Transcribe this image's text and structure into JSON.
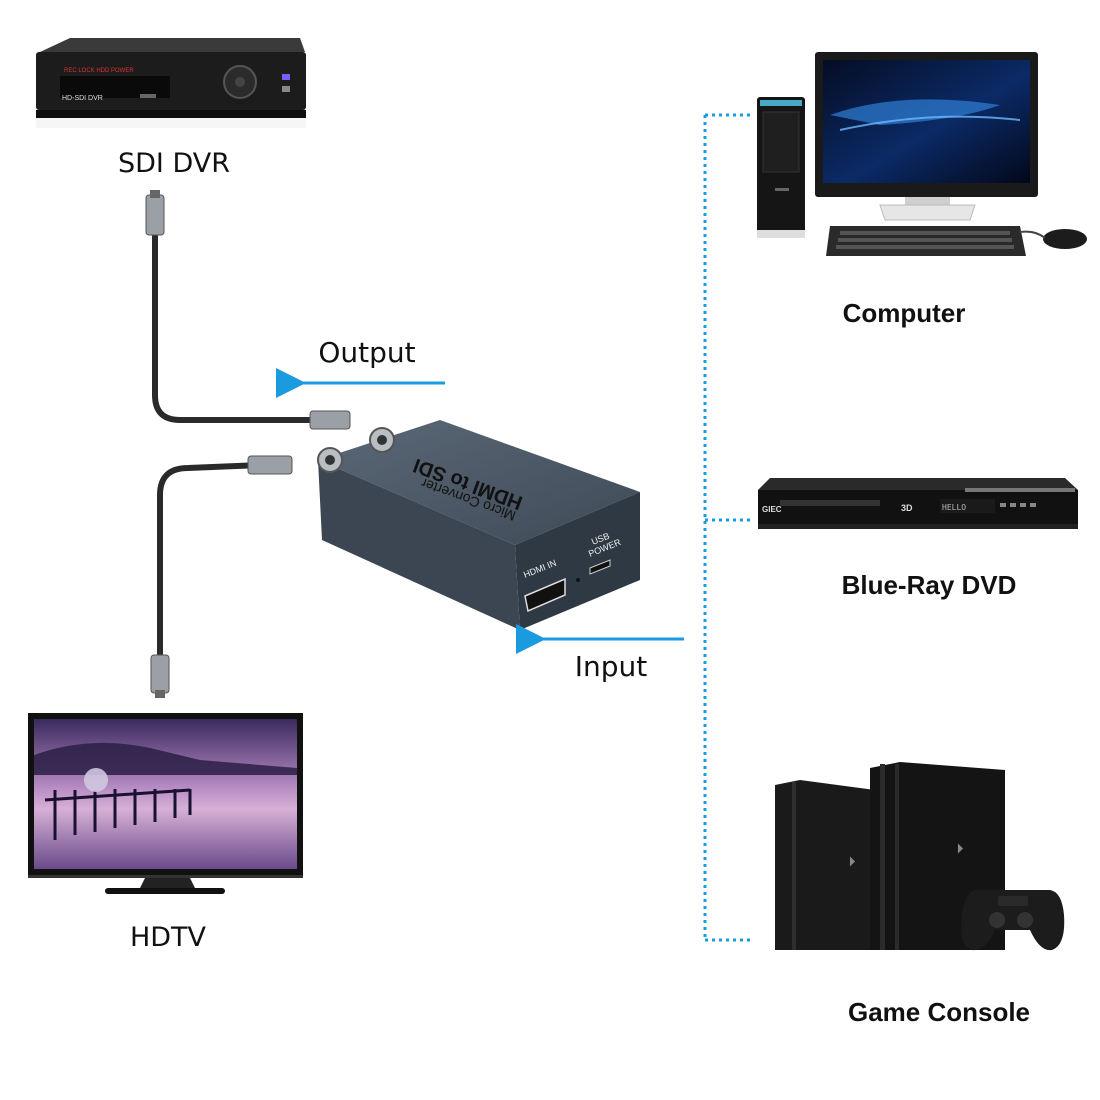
{
  "devices": {
    "sdi_dvr": {
      "label": "SDI DVR",
      "panel_text": "HD-SDI DVR"
    },
    "hdtv": {
      "label": "HDTV"
    },
    "computer": {
      "label": "Computer"
    },
    "bluray": {
      "label": "Blue-Ray DVD",
      "brand": "GIEC",
      "badge": "3D",
      "display": "HELLO"
    },
    "console": {
      "label": "Game Console"
    }
  },
  "converter": {
    "line1": "HDMI to SDI",
    "line2": "Micro Converter",
    "hdmi_port_label": "HDMI IN",
    "usb_label_1": "USB",
    "usb_label_2": "POWER"
  },
  "flow": {
    "output_label": "Output",
    "input_label": "Input"
  },
  "colors": {
    "arrow": "#1a9be0",
    "bracket": "#1a9be0",
    "converter_body": "#4b5866",
    "cable": "#2a2a2a"
  }
}
